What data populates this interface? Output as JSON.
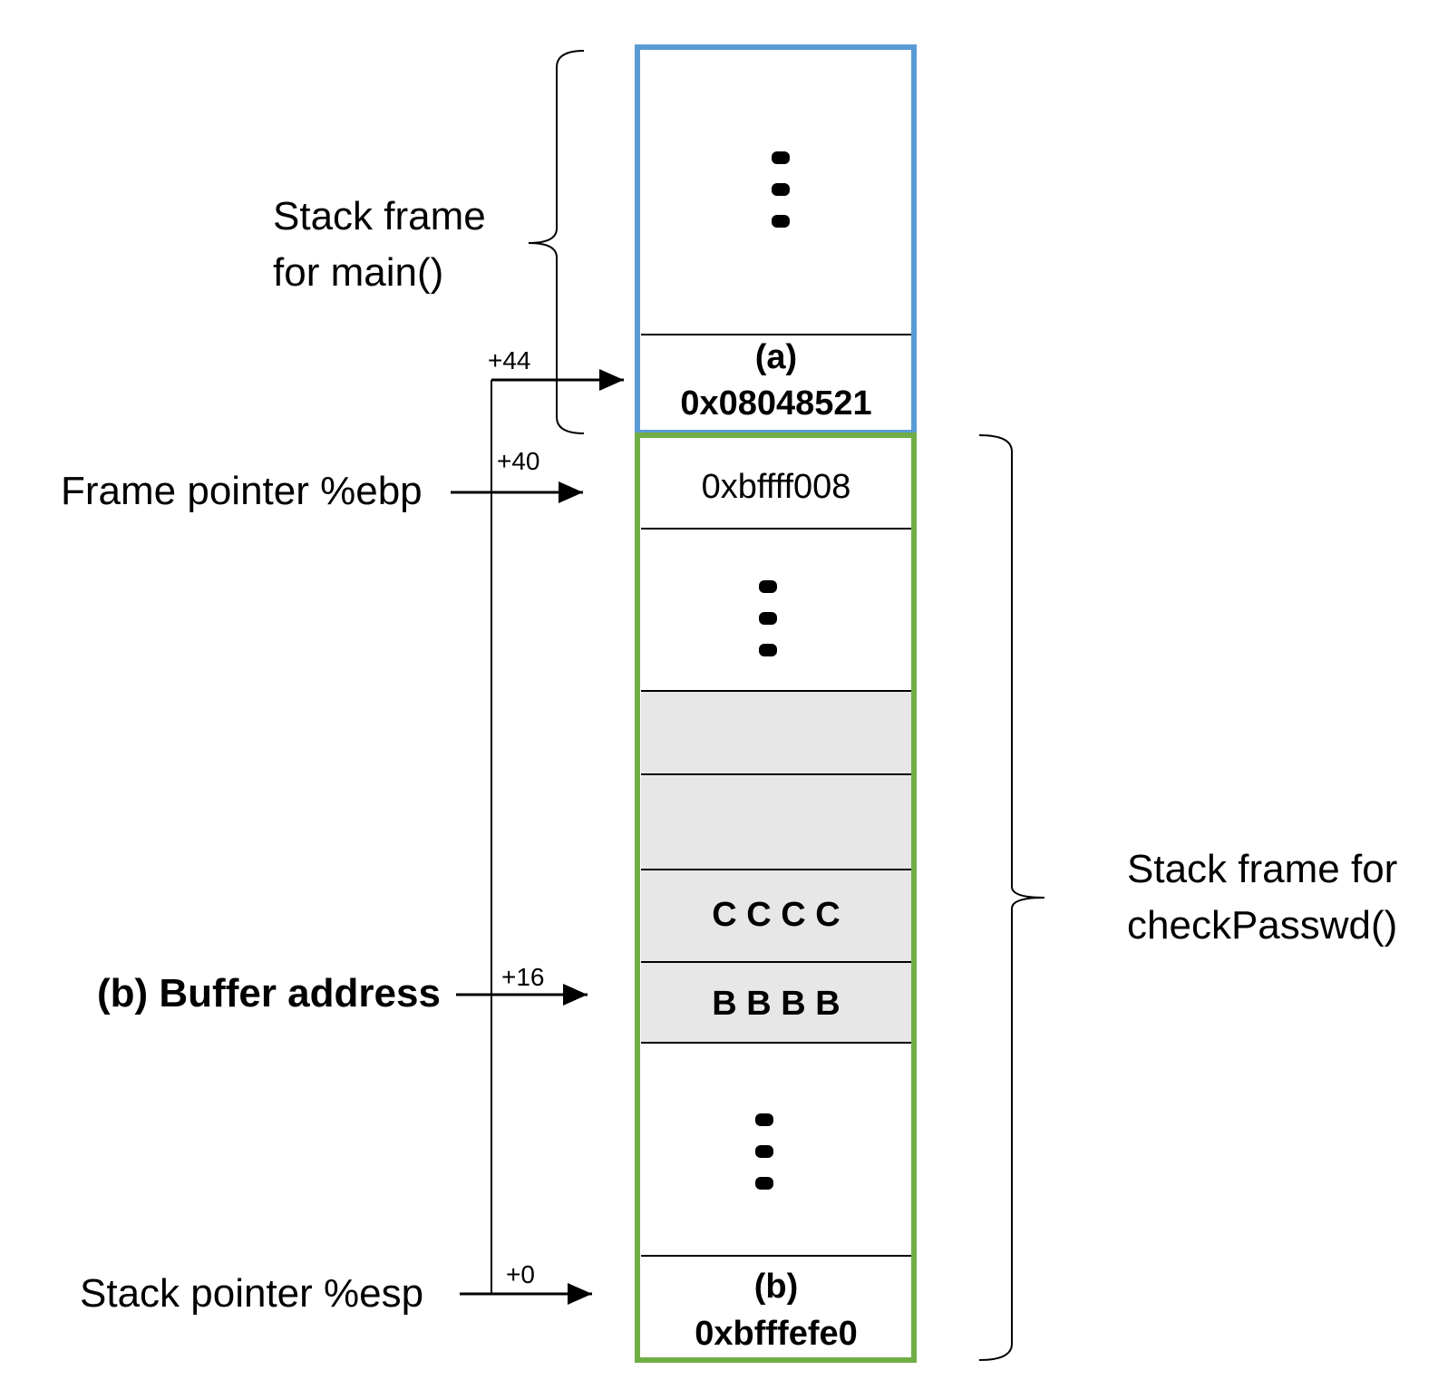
{
  "labels": {
    "main_frame": [
      "Stack frame",
      "for main()"
    ],
    "check_frame": [
      "Stack frame for",
      "checkPasswd()"
    ],
    "ebp": "Frame pointer %ebp",
    "buffer": "(b) Buffer address",
    "esp": "Stack pointer %esp"
  },
  "offsets": {
    "o44": "+44",
    "o40": "+40",
    "o16": "+16",
    "o0": "+0"
  },
  "cells": {
    "ret_tag": "(a)",
    "ret_addr": "0x08048521",
    "saved_ebp": "0xbffff008",
    "c_row": "C C C C",
    "b_row": "B B B B",
    "arg_tag": "(b)",
    "arg_addr": "0xbfffefe0"
  },
  "colors": {
    "main_frame_border": "#5b9bd5",
    "check_frame_border": "#70ad47",
    "buffer_fill": "#e7e7e7"
  }
}
